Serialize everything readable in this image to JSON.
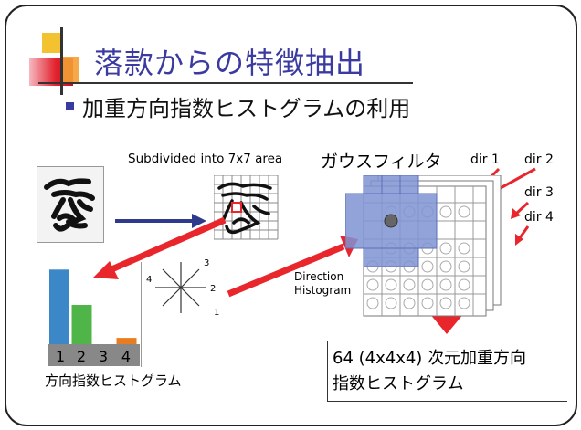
{
  "slide": {
    "title": "落款からの特徴抽出",
    "bullet": "加重方向指数ヒストグラムの利用"
  },
  "figure": {
    "subdivided_caption": "Subdivided into 7x7 area",
    "gauss_label": "ガウスフィルタ",
    "dir_labels": [
      "dir 1",
      "dir 2",
      "dir 3",
      "dir 4"
    ],
    "direction_histogram": [
      "Direction",
      "Histogram"
    ],
    "star_numbers": [
      "1",
      "2",
      "3",
      "4"
    ],
    "hist_ticks": [
      "1",
      "2",
      "3",
      "4"
    ],
    "hist_values": [
      0.95,
      0.5,
      0.0,
      0.08
    ],
    "hist_colors": [
      "#3b87c8",
      "#4fb548",
      "#cccccc",
      "#e87c1e"
    ],
    "hist_caption": "方向指数ヒストグラム",
    "result_line1": "64 (4x4x4) 次元加重方向",
    "result_line2": "指数ヒストグラム"
  },
  "colors": {
    "title": "#3b3aa0",
    "arrow_red": "#e8262b",
    "arrow_blue": "#2e3a8c",
    "gauss_blue": "#7f93d3"
  }
}
